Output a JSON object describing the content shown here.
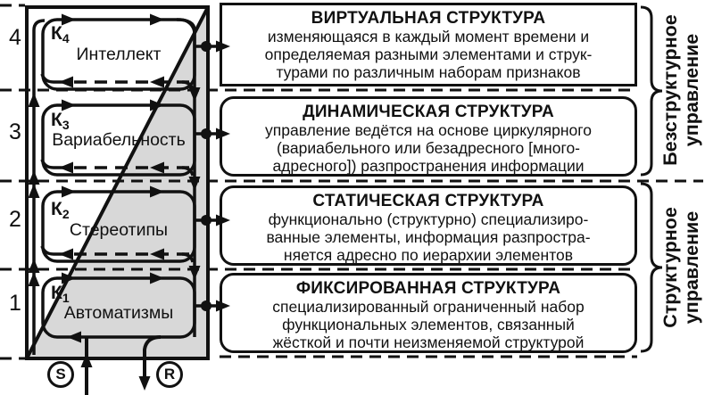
{
  "diagram": {
    "levels": [
      {
        "number": "4",
        "k": "К",
        "k_sub": "4",
        "name": "Интеллект"
      },
      {
        "number": "3",
        "k": "К",
        "k_sub": "3",
        "name": "Вариабельность"
      },
      {
        "number": "2",
        "k": "К",
        "k_sub": "2",
        "name": "Стереотипы"
      },
      {
        "number": "1",
        "k": "К",
        "k_sub": "1",
        "name": "Автоматизмы"
      }
    ],
    "input_label": "S",
    "output_label": "R"
  },
  "boxes": [
    {
      "title": "ВИРТУАЛЬНАЯ СТРУКТУРА",
      "lines": [
        "изменяющаяся в каждый момент времени и",
        "определяемая разными элементами и струк-",
        "турами по различным наборам признаков"
      ]
    },
    {
      "title": "ДИНАМИЧЕСКАЯ СТРУКТУРА",
      "lines": [
        "управление ведётся на основе циркулярного",
        "(вариабельного или безадресного [много-",
        "адресного]) разпространения информации"
      ]
    },
    {
      "title": "СТАТИЧЕСКАЯ СТРУКТУРА",
      "lines": [
        "функционально (структурно) специализиро-",
        "ванные элементы, информация разпростра-",
        "няется адресно по иерархии элементов"
      ]
    },
    {
      "title": "ФИКСИРОВАННАЯ СТРУКТУРА",
      "lines": [
        "специализированный ограниченный набор",
        "функциональных элементов, связанный",
        "жёсткой и почти неизменяемой структурой"
      ]
    }
  ],
  "brackets": [
    {
      "line1": "Безструктурное",
      "line2": "управление"
    },
    {
      "line1": "Структурное",
      "line2": "управление"
    }
  ],
  "colors": {
    "ink": "#111111",
    "shade": "#d8d8d8"
  }
}
